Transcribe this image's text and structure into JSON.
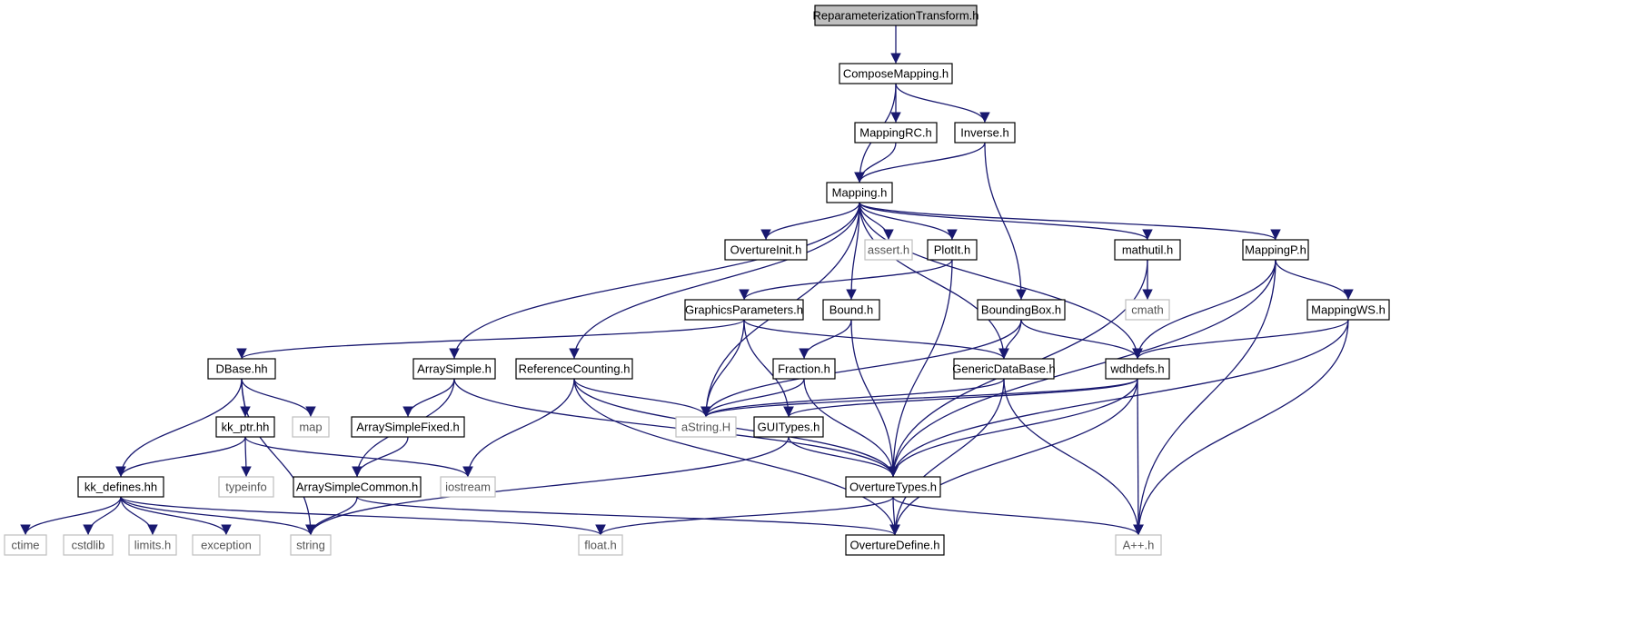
{
  "colors": {
    "edge": "#191970",
    "root_fill": "#bfbfbf",
    "node_border": "#000000",
    "external_border": "#bfbfbf"
  },
  "nodes": [
    {
      "id": "n_reparam",
      "label": "ReparameterizationTransform.h",
      "kind": "root"
    },
    {
      "id": "n_compose",
      "label": "ComposeMapping.h",
      "kind": "internal"
    },
    {
      "id": "n_mappingrc",
      "label": "MappingRC.h",
      "kind": "internal"
    },
    {
      "id": "n_inverse",
      "label": "Inverse.h",
      "kind": "internal"
    },
    {
      "id": "n_mapping",
      "label": "Mapping.h",
      "kind": "internal"
    },
    {
      "id": "n_ovinit",
      "label": "OvertureInit.h",
      "kind": "internal"
    },
    {
      "id": "n_assert",
      "label": "assert.h",
      "kind": "external"
    },
    {
      "id": "n_plotit",
      "label": "PlotIt.h",
      "kind": "internal"
    },
    {
      "id": "n_mathutil",
      "label": "mathutil.h",
      "kind": "internal"
    },
    {
      "id": "n_mappingp",
      "label": "MappingP.h",
      "kind": "internal"
    },
    {
      "id": "n_cmath",
      "label": "cmath",
      "kind": "external"
    },
    {
      "id": "n_gparams",
      "label": "GraphicsParameters.h",
      "kind": "internal"
    },
    {
      "id": "n_bound",
      "label": "Bound.h",
      "kind": "internal"
    },
    {
      "id": "n_bbox",
      "label": "BoundingBox.h",
      "kind": "internal"
    },
    {
      "id": "n_mappingws",
      "label": "MappingWS.h",
      "kind": "internal"
    },
    {
      "id": "n_dbase",
      "label": "DBase.hh",
      "kind": "internal"
    },
    {
      "id": "n_arraysimple",
      "label": "ArraySimple.h",
      "kind": "internal"
    },
    {
      "id": "n_refcount",
      "label": "ReferenceCounting.h",
      "kind": "internal"
    },
    {
      "id": "n_fraction",
      "label": "Fraction.h",
      "kind": "internal"
    },
    {
      "id": "n_gdb",
      "label": "GenericDataBase.h",
      "kind": "internal"
    },
    {
      "id": "n_wdhdefs",
      "label": "wdhdefs.h",
      "kind": "internal"
    },
    {
      "id": "n_kkptr",
      "label": "kk_ptr.hh",
      "kind": "internal"
    },
    {
      "id": "n_map",
      "label": "map",
      "kind": "external"
    },
    {
      "id": "n_asfixed",
      "label": "ArraySimpleFixed.h",
      "kind": "internal"
    },
    {
      "id": "n_astring",
      "label": "aString.H",
      "kind": "external"
    },
    {
      "id": "n_guitypes",
      "label": "GUITypes.h",
      "kind": "internal"
    },
    {
      "id": "n_kkdefines",
      "label": "kk_defines.hh",
      "kind": "internal"
    },
    {
      "id": "n_typeinfo",
      "label": "typeinfo",
      "kind": "external"
    },
    {
      "id": "n_ascommon",
      "label": "ArraySimpleCommon.h",
      "kind": "internal"
    },
    {
      "id": "n_iostream",
      "label": "iostream",
      "kind": "external"
    },
    {
      "id": "n_ovtypes",
      "label": "OvertureTypes.h",
      "kind": "internal"
    },
    {
      "id": "n_ctime",
      "label": "ctime",
      "kind": "external"
    },
    {
      "id": "n_cstdlib",
      "label": "cstdlib",
      "kind": "external"
    },
    {
      "id": "n_limits",
      "label": "limits.h",
      "kind": "external"
    },
    {
      "id": "n_exception",
      "label": "exception",
      "kind": "external"
    },
    {
      "id": "n_string",
      "label": "string",
      "kind": "external"
    },
    {
      "id": "n_float",
      "label": "float.h",
      "kind": "external"
    },
    {
      "id": "n_ovdefine",
      "label": "OvertureDefine.h",
      "kind": "internal"
    },
    {
      "id": "n_app",
      "label": "A++.h",
      "kind": "external"
    }
  ],
  "edges": [
    [
      "n_reparam",
      "n_compose"
    ],
    [
      "n_compose",
      "n_mapping"
    ],
    [
      "n_compose",
      "n_mappingrc"
    ],
    [
      "n_compose",
      "n_inverse"
    ],
    [
      "n_mappingrc",
      "n_mapping"
    ],
    [
      "n_inverse",
      "n_mapping"
    ],
    [
      "n_inverse",
      "n_bbox"
    ],
    [
      "n_mapping",
      "n_ovinit"
    ],
    [
      "n_mapping",
      "n_assert"
    ],
    [
      "n_mapping",
      "n_plotit"
    ],
    [
      "n_mapping",
      "n_mathutil"
    ],
    [
      "n_mapping",
      "n_mappingp"
    ],
    [
      "n_mapping",
      "n_bound"
    ],
    [
      "n_mapping",
      "n_arraysimple"
    ],
    [
      "n_mapping",
      "n_refcount"
    ],
    [
      "n_mapping",
      "n_astring"
    ],
    [
      "n_mapping",
      "n_gdb"
    ],
    [
      "n_mapping",
      "n_wdhdefs"
    ],
    [
      "n_plotit",
      "n_gparams"
    ],
    [
      "n_plotit",
      "n_ovtypes"
    ],
    [
      "n_mathutil",
      "n_cmath"
    ],
    [
      "n_mathutil",
      "n_ovtypes"
    ],
    [
      "n_mappingp",
      "n_wdhdefs"
    ],
    [
      "n_mappingp",
      "n_mappingws"
    ],
    [
      "n_mappingp",
      "n_ovtypes"
    ],
    [
      "n_mappingp",
      "n_app"
    ],
    [
      "n_gparams",
      "n_dbase"
    ],
    [
      "n_gparams",
      "n_astring"
    ],
    [
      "n_gparams",
      "n_gdb"
    ],
    [
      "n_gparams",
      "n_guitypes"
    ],
    [
      "n_bound",
      "n_fraction"
    ],
    [
      "n_bound",
      "n_ovtypes"
    ],
    [
      "n_bbox",
      "n_gdb"
    ],
    [
      "n_bbox",
      "n_wdhdefs"
    ],
    [
      "n_bbox",
      "n_astring"
    ],
    [
      "n_mappingws",
      "n_wdhdefs"
    ],
    [
      "n_mappingws",
      "n_ovtypes"
    ],
    [
      "n_mappingws",
      "n_app"
    ],
    [
      "n_dbase",
      "n_kkptr"
    ],
    [
      "n_dbase",
      "n_map"
    ],
    [
      "n_dbase",
      "n_kkdefines"
    ],
    [
      "n_dbase",
      "n_string"
    ],
    [
      "n_arraysimple",
      "n_asfixed"
    ],
    [
      "n_arraysimple",
      "n_ascommon"
    ],
    [
      "n_arraysimple",
      "n_ovtypes"
    ],
    [
      "n_refcount",
      "n_astring"
    ],
    [
      "n_refcount",
      "n_iostream"
    ],
    [
      "n_refcount",
      "n_ovtypes"
    ],
    [
      "n_refcount",
      "n_ovdefine"
    ],
    [
      "n_fraction",
      "n_astring"
    ],
    [
      "n_fraction",
      "n_ovtypes"
    ],
    [
      "n_gdb",
      "n_astring"
    ],
    [
      "n_gdb",
      "n_ovdefine"
    ],
    [
      "n_gdb",
      "n_app"
    ],
    [
      "n_wdhdefs",
      "n_astring"
    ],
    [
      "n_wdhdefs",
      "n_guitypes"
    ],
    [
      "n_wdhdefs",
      "n_ovtypes"
    ],
    [
      "n_wdhdefs",
      "n_ovdefine"
    ],
    [
      "n_wdhdefs",
      "n_app"
    ],
    [
      "n_kkptr",
      "n_kkdefines"
    ],
    [
      "n_kkptr",
      "n_typeinfo"
    ],
    [
      "n_kkptr",
      "n_iostream"
    ],
    [
      "n_asfixed",
      "n_ascommon"
    ],
    [
      "n_guitypes",
      "n_ovtypes"
    ],
    [
      "n_guitypes",
      "n_string"
    ],
    [
      "n_kkdefines",
      "n_ctime"
    ],
    [
      "n_kkdefines",
      "n_cstdlib"
    ],
    [
      "n_kkdefines",
      "n_limits"
    ],
    [
      "n_kkdefines",
      "n_exception"
    ],
    [
      "n_kkdefines",
      "n_string"
    ],
    [
      "n_kkdefines",
      "n_float"
    ],
    [
      "n_ascommon",
      "n_string"
    ],
    [
      "n_ascommon",
      "n_ovdefine"
    ],
    [
      "n_ovtypes",
      "n_float"
    ],
    [
      "n_ovtypes",
      "n_ovdefine"
    ],
    [
      "n_ovtypes",
      "n_app"
    ]
  ]
}
